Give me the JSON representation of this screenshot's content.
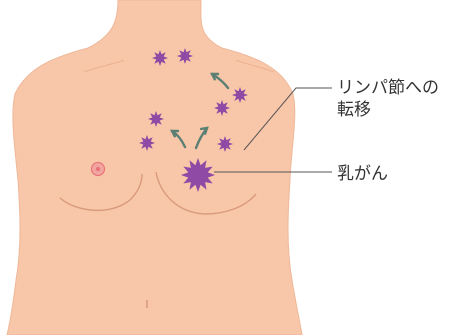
{
  "labels": {
    "lymph_node_metastasis_line1": "リンパ節への",
    "lymph_node_metastasis_line2": "転移",
    "breast_cancer": "乳がん"
  },
  "colors": {
    "skin": "#f8c6a8",
    "skin_outline": "#e7a88a",
    "tumor": "#8e4aa4",
    "arrow": "#5b7f73",
    "leader_line": "#555555",
    "nipple": "#e8747a",
    "text": "#333333"
  },
  "icons": [
    "star-burst-icon",
    "arrow-icon"
  ]
}
